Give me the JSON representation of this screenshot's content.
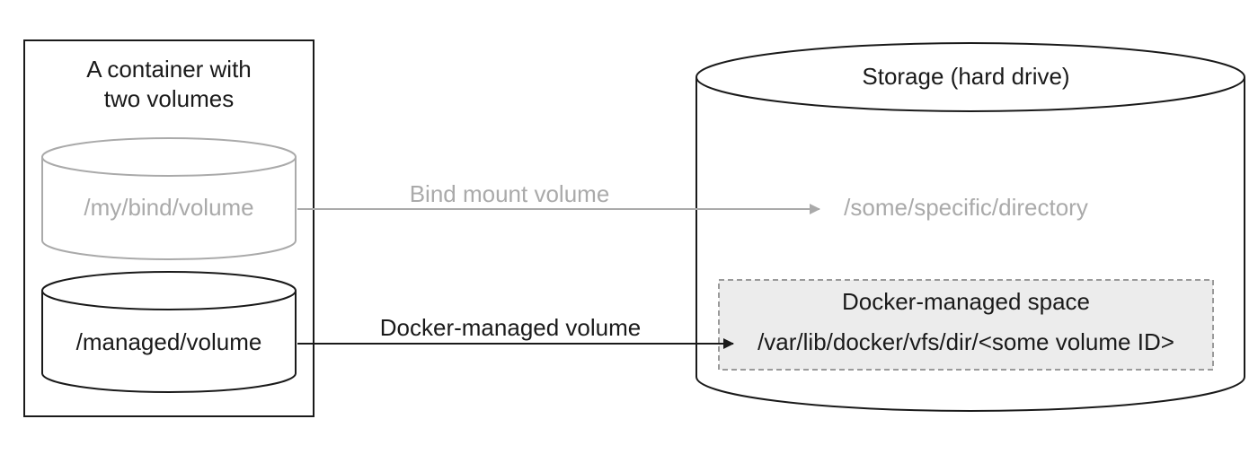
{
  "container": {
    "title_line1": "A container with",
    "title_line2": "two volumes"
  },
  "volumes": {
    "bind": {
      "path": "/my/bind/volume"
    },
    "managed": {
      "path": "/managed/volume"
    }
  },
  "storage": {
    "title": "Storage (hard drive)",
    "specific_directory": "/some/specific/directory",
    "docker_space": {
      "title": "Docker-managed space",
      "path": "/var/lib/docker/vfs/dir/<some volume ID>"
    }
  },
  "connections": {
    "bind_label": "Bind mount volume",
    "managed_label": "Docker-managed volume"
  },
  "colors": {
    "dark": "#1a1a1a",
    "gray": "#aaaaaa",
    "space_fill": "#ececec",
    "space_border": "#9a9a9a"
  }
}
